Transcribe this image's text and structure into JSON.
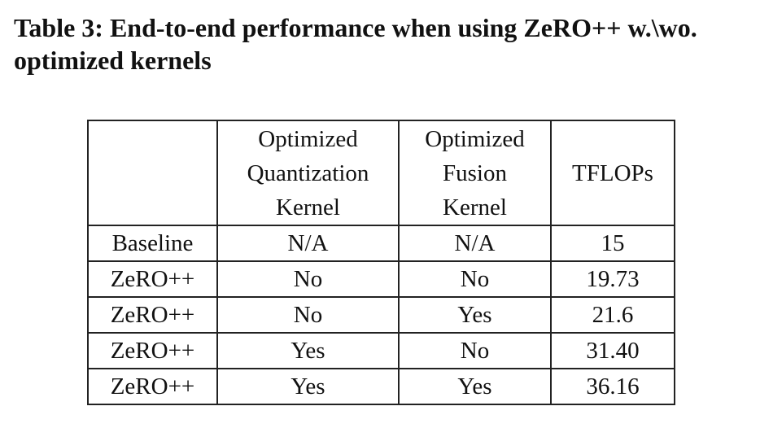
{
  "caption": {
    "line1": "Table 3: End-to-end performance when using ZeRO++ w.\\wo.",
    "line2": "optimized kernels"
  },
  "table": {
    "headers": [
      {
        "lines": [
          ""
        ]
      },
      {
        "lines": [
          "Optimized",
          "Quantization",
          "Kernel"
        ]
      },
      {
        "lines": [
          "Optimized",
          "Fusion",
          "Kernel"
        ]
      },
      {
        "lines": [
          "TFLOPs"
        ]
      }
    ],
    "rows": [
      {
        "cells": [
          "Baseline",
          "N/A",
          "N/A",
          "15"
        ]
      },
      {
        "cells": [
          "ZeRO++",
          "No",
          "No",
          "19.73"
        ]
      },
      {
        "cells": [
          "ZeRO++",
          "No",
          "Yes",
          "21.6"
        ]
      },
      {
        "cells": [
          "ZeRO++",
          "Yes",
          "No",
          "31.40"
        ]
      },
      {
        "cells": [
          "ZeRO++",
          "Yes",
          "Yes",
          "36.16"
        ]
      }
    ],
    "bold_cell": "36.16"
  }
}
